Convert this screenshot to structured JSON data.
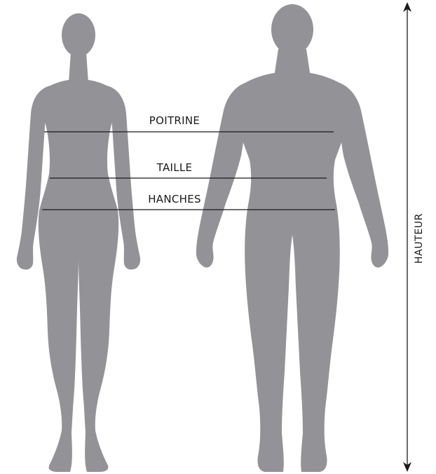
{
  "labels": {
    "chest": "POITRINE",
    "waist": "TAILLE",
    "hips": "HANCHES",
    "height": "HAUTEUR"
  },
  "colors": {
    "silhouette": "#939397",
    "line": "#1a1a1a",
    "text": "#1a1a1a",
    "background": "#ffffff"
  }
}
